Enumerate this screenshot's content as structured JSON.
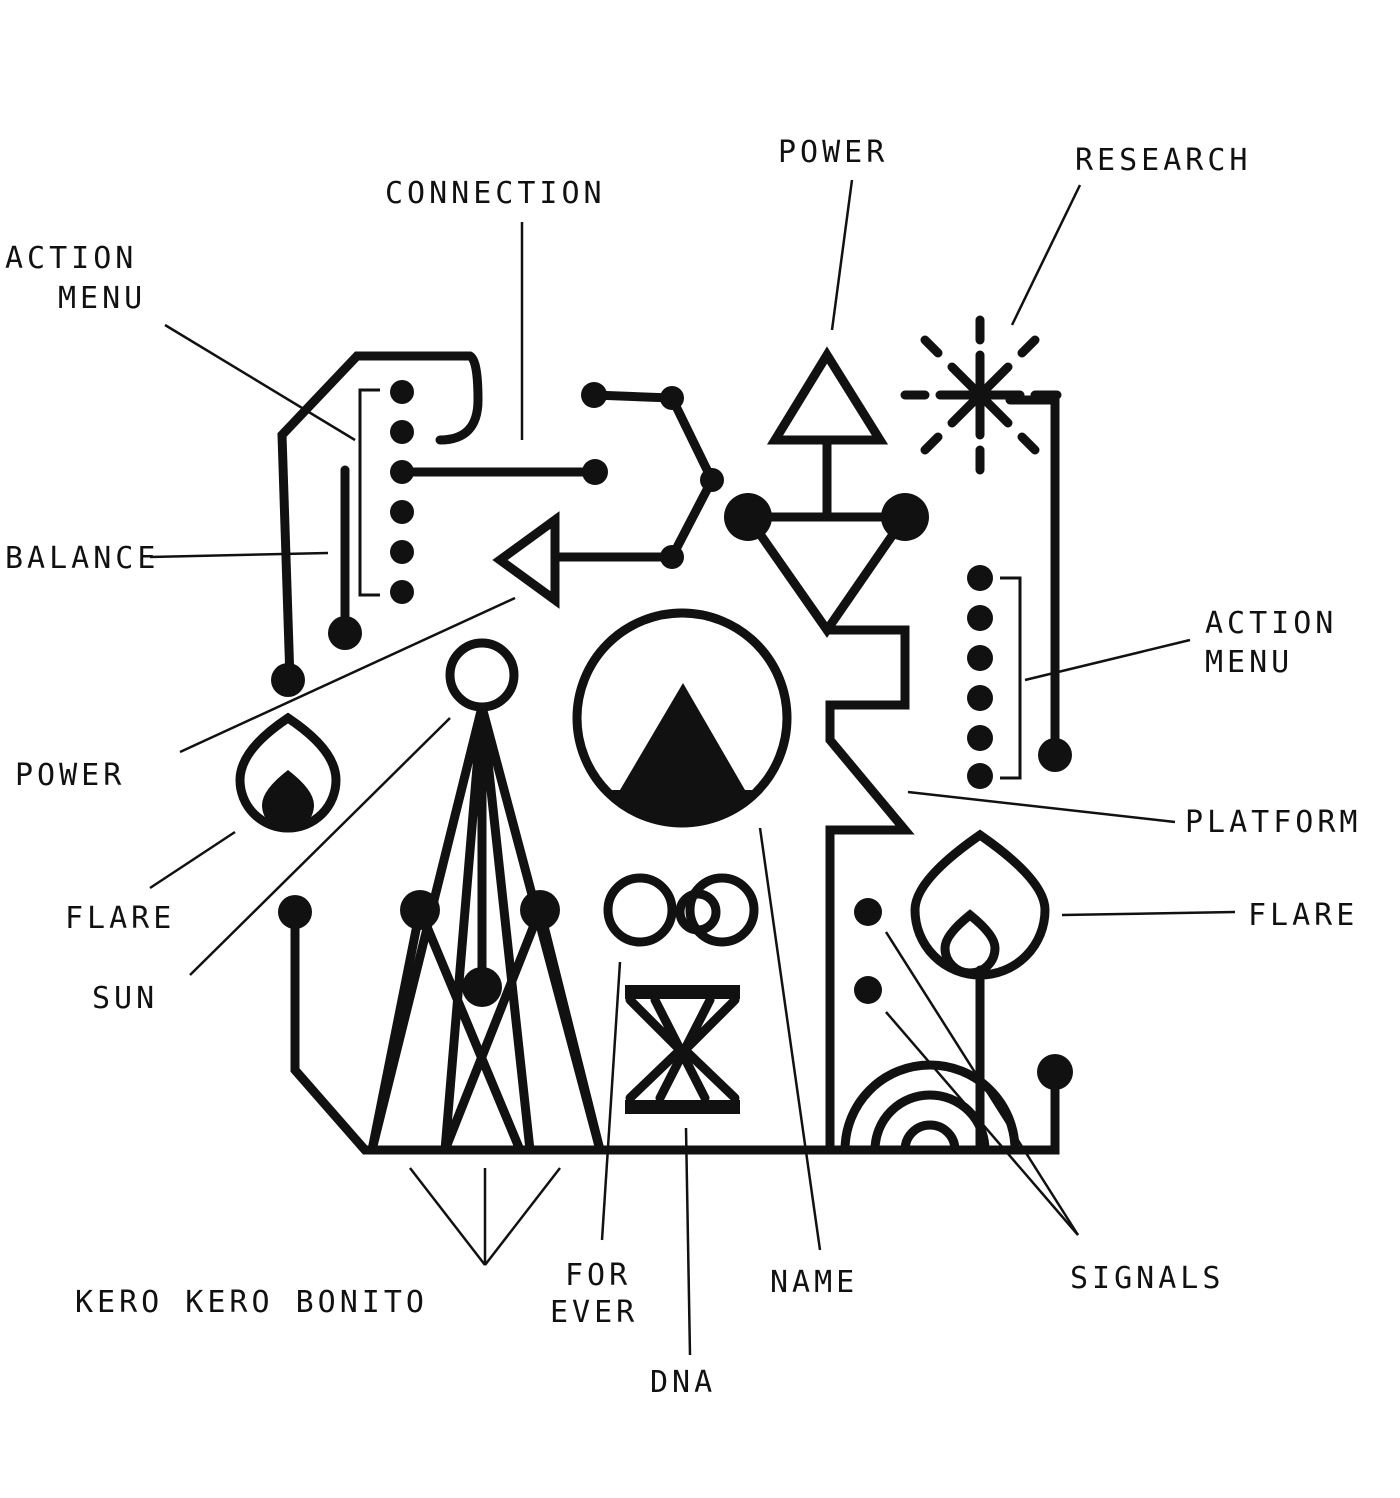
{
  "labels": {
    "connection": "CONNECTION",
    "power_top": "POWER",
    "research": "RESEARCH",
    "action_menu_left_1": "ACTION",
    "action_menu_left_2": "MENU",
    "balance": "BALANCE",
    "power_left": "POWER",
    "flare_left": "FLARE",
    "sun": "SUN",
    "action_menu_right_1": "ACTION",
    "action_menu_right_2": "MENU",
    "platform": "PLATFORM",
    "flare_right": "FLARE",
    "band": "KERO KERO BONITO",
    "for_ever_1": "FOR",
    "for_ever_2": "EVER",
    "dna": "DNA",
    "name": "NAME",
    "signals": "SIGNALS"
  },
  "colors": {
    "ink": "#111111",
    "paper": "#ffffff"
  }
}
